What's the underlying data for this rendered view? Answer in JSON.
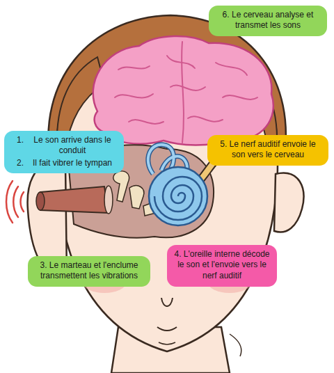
{
  "diagram": {
    "nodes": [
      {
        "text": [
          "6. Le cerveau analyse et transmet les sons"
        ]
      },
      {
        "text": [
          "1.",
          "Le son arrive dans le conduit",
          "2.",
          "Il fait vibrer le tympan"
        ]
      },
      {
        "text": [
          "5. Le nerf auditif envoie le son vers le cerveau"
        ]
      },
      {
        "text": [
          "3. Le marteau et l'enclume transmettent les vibrations"
        ]
      },
      {
        "text": [
          "4. L'oreille interne décode le son et l'envoie vers le nerf auditif"
        ]
      }
    ]
  }
}
